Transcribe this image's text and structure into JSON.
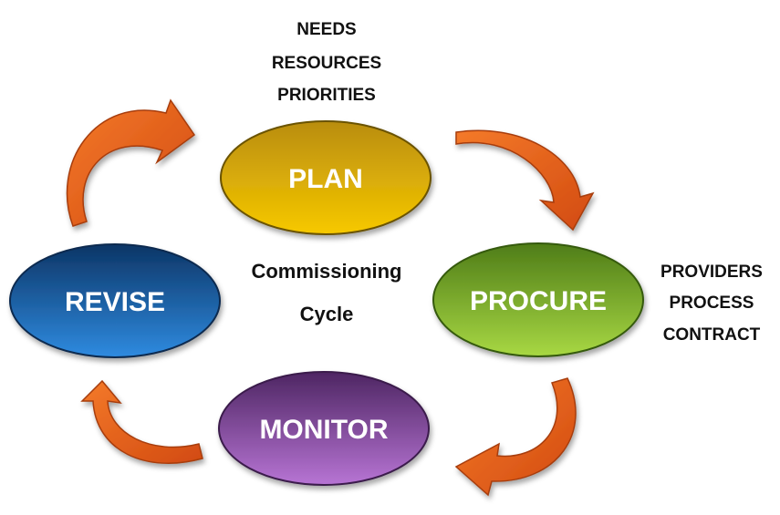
{
  "diagram": {
    "title": "Commissioning",
    "title_line2": "Cycle",
    "nodes": [
      {
        "id": "plan",
        "label": "PLAN",
        "color_top": "#c99a12",
        "color_bottom": "#f6c700"
      },
      {
        "id": "procure",
        "label": "PROCURE",
        "color_top": "#5c8a1e",
        "color_bottom": "#a7d63f"
      },
      {
        "id": "monitor",
        "label": "MONITOR",
        "color_top": "#5c2f73",
        "color_bottom": "#b86fd0"
      },
      {
        "id": "revise",
        "label": "REVISE",
        "color_top": "#0f3f78",
        "color_bottom": "#2d86d6"
      }
    ],
    "plan_notes": [
      "NEEDS",
      "RESOURCES",
      "PRIORITIES"
    ],
    "procure_notes": [
      "PROVIDERS",
      "PROCESS",
      "CONTRACT"
    ],
    "arrow_color": "#e8591b",
    "arrow_dark": "#b8400f"
  }
}
